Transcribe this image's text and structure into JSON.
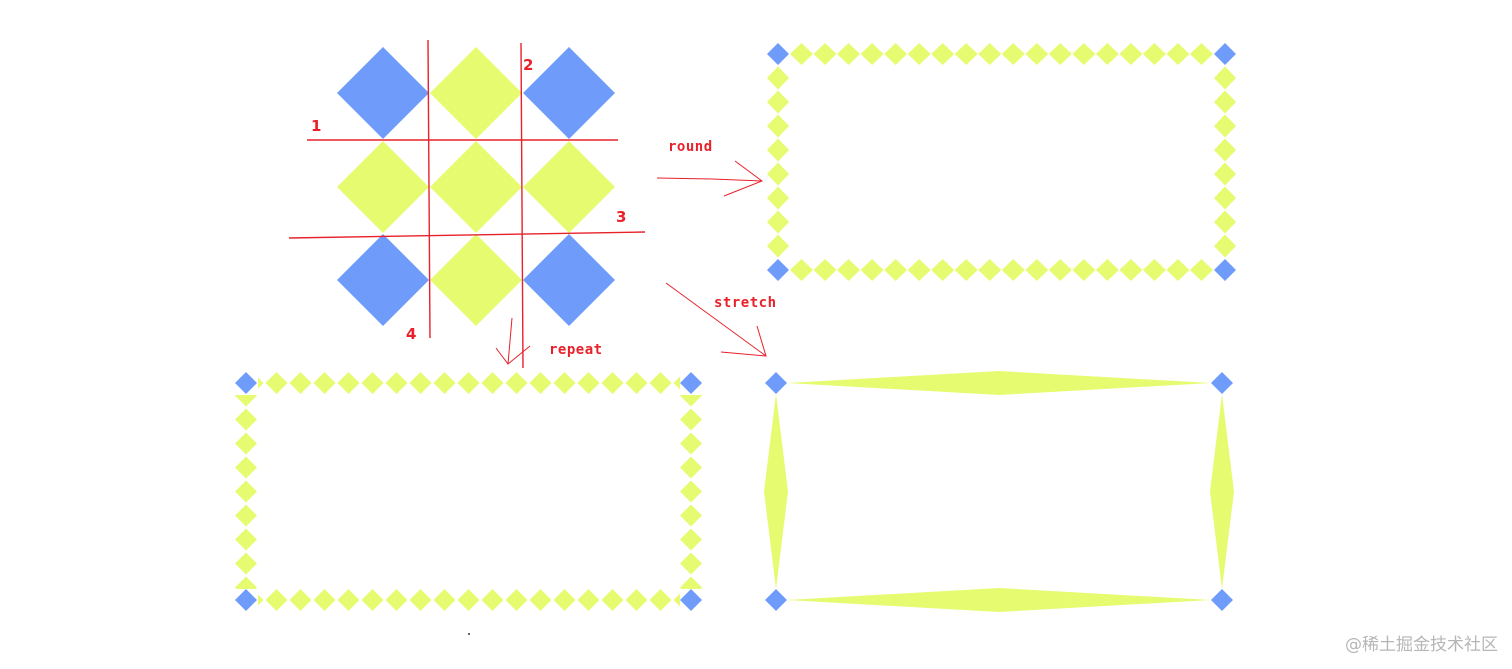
{
  "colors": {
    "blue": "#6f9bfb",
    "yellow": "#e6fb6f",
    "annotation_red": "#e8212a",
    "watermark_gray": "#b6b6b6"
  },
  "source_tile": {
    "grid": [
      [
        "blue",
        "yellow",
        "blue"
      ],
      [
        "yellow",
        "yellow",
        "yellow"
      ],
      [
        "blue",
        "yellow",
        "blue"
      ]
    ],
    "slice_labels": [
      "1",
      "2",
      "3",
      "4"
    ]
  },
  "arrows": {
    "round_label": "round",
    "repeat_label": "repeat",
    "stretch_label": "stretch"
  },
  "panels": [
    {
      "name": "round",
      "title": "round",
      "edge_tiles_horizontal": 18,
      "edge_tiles_vertical": 8
    },
    {
      "name": "repeat",
      "title": "repeat",
      "edge_tiles_horizontal": 18,
      "edge_tiles_vertical": 8
    },
    {
      "name": "stretch",
      "title": "stretch",
      "edge_tiles_horizontal": 1,
      "edge_tiles_vertical": 1
    }
  ],
  "watermark": "@稀土掘金技术社区"
}
